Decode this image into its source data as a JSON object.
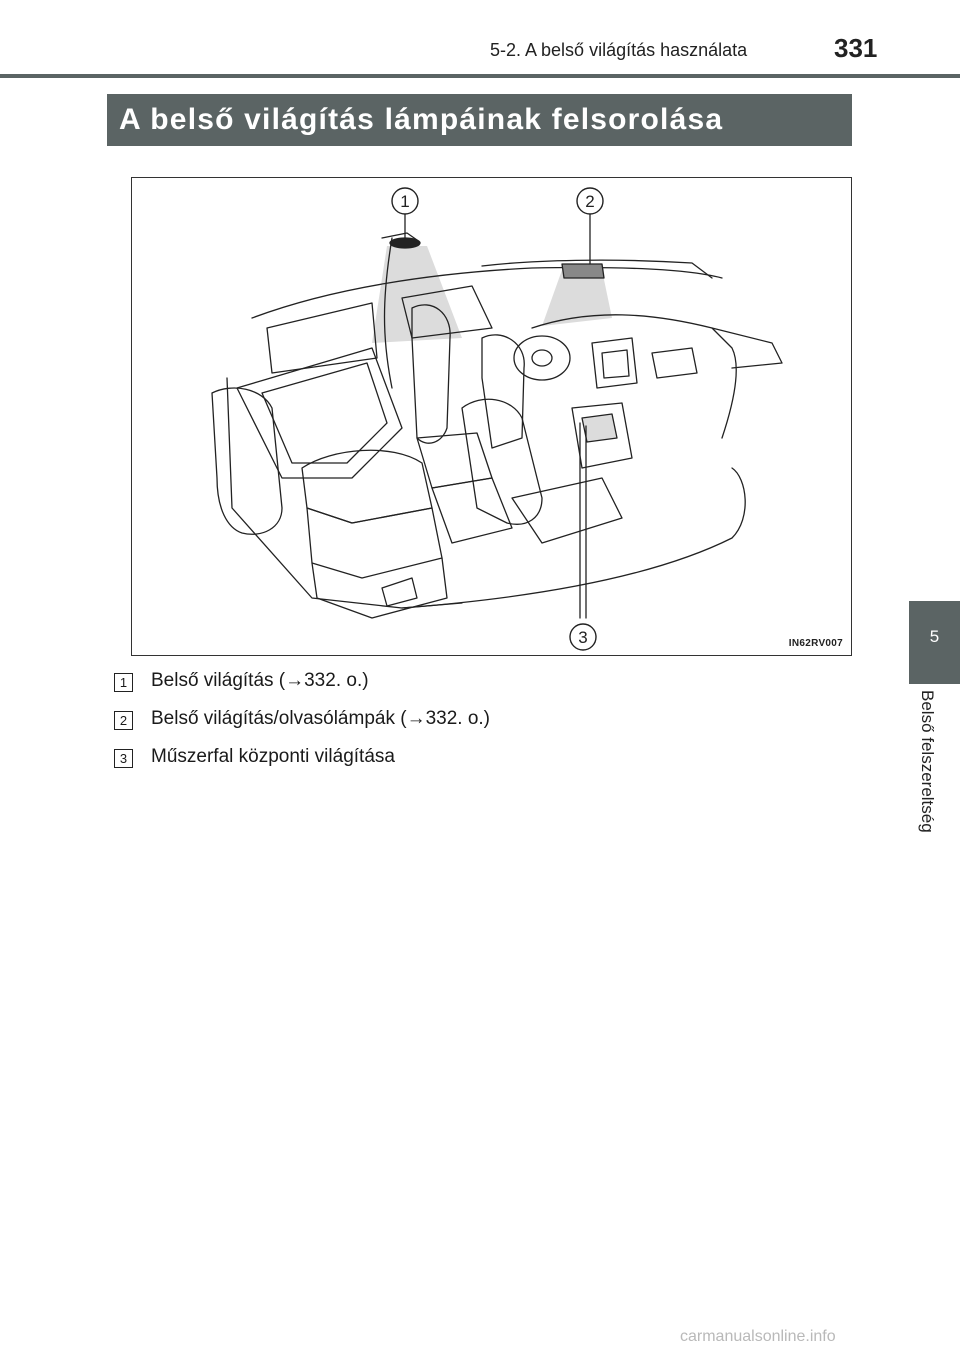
{
  "header": {
    "section": "5-2. A belső világítás használata",
    "page_number": "331"
  },
  "title": "A belső világítás lámpáinak felsorolása",
  "figure": {
    "code": "IN62RV007",
    "callouts": [
      "1",
      "2",
      "3"
    ]
  },
  "items": [
    {
      "num": "1",
      "text": "Belső világítás (→332. o.)"
    },
    {
      "num": "2",
      "text": "Belső világítás/olvasólámpák (→332. o.)"
    },
    {
      "num": "3",
      "text": "Műszerfal központi világítása"
    }
  ],
  "side_tab": {
    "chapter": "5",
    "label": "Belső felszereltség"
  },
  "watermark": "carmanualsonline.info",
  "colors": {
    "band": "#5b6464",
    "text": "#1a1a1a"
  }
}
